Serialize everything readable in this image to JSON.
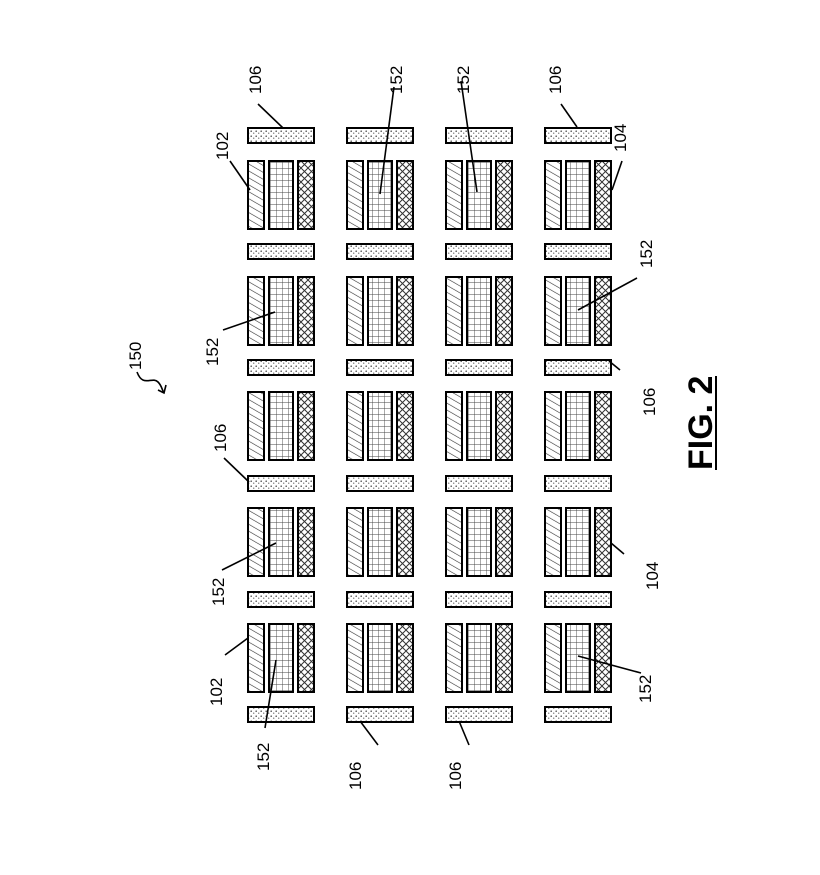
{
  "figure": {
    "title": "FIG. 2",
    "ref_main": "150"
  },
  "labels": [
    {
      "id": "l-106-a",
      "text": "106"
    },
    {
      "id": "l-102-a",
      "text": "102"
    },
    {
      "id": "l-152-a",
      "text": "152"
    },
    {
      "id": "l-152-b",
      "text": "152"
    },
    {
      "id": "l-106-b",
      "text": "106"
    },
    {
      "id": "l-104-a",
      "text": "104"
    },
    {
      "id": "l-152-c",
      "text": "152"
    },
    {
      "id": "l-106-c",
      "text": "106"
    },
    {
      "id": "l-152-d",
      "text": "152"
    },
    {
      "id": "l-106-d",
      "text": "106"
    },
    {
      "id": "l-152-e",
      "text": "152"
    },
    {
      "id": "l-104-b",
      "text": "104"
    },
    {
      "id": "l-102-b",
      "text": "102"
    },
    {
      "id": "l-152-f",
      "text": "152"
    },
    {
      "id": "l-152-g",
      "text": "152"
    },
    {
      "id": "l-106-e",
      "text": "106"
    },
    {
      "id": "l-106-f",
      "text": "106"
    }
  ]
}
